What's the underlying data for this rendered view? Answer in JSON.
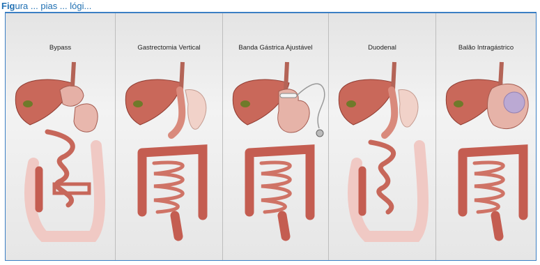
{
  "caption": {
    "prefix": "Fig",
    "text": "ura ... pias ... lógi..."
  },
  "panels": [
    {
      "label": "Bypass"
    },
    {
      "label": "Gastrectomia Vertical"
    },
    {
      "label": "Banda Gástrica Ajustável"
    },
    {
      "label": "Duodenal"
    },
    {
      "label": "Balão Intragástrico"
    }
  ]
}
